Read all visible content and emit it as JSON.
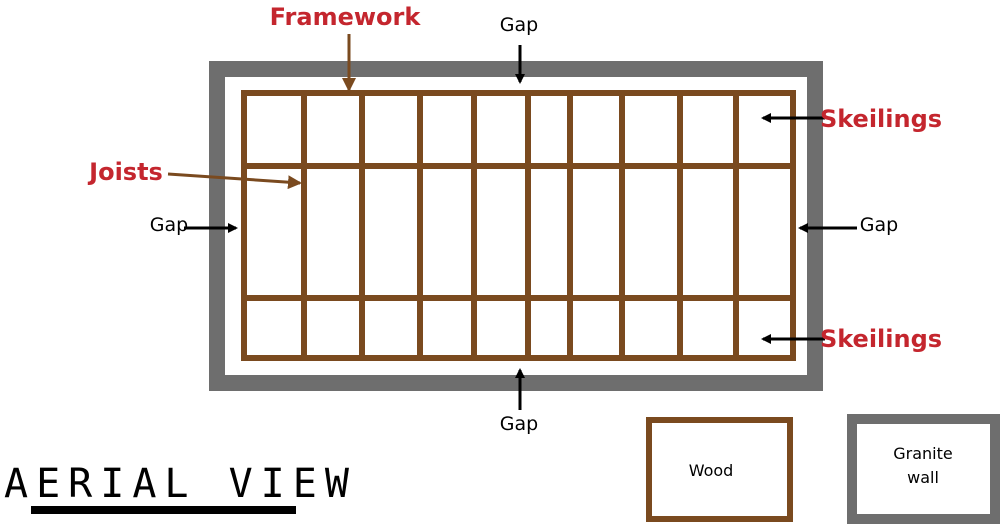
{
  "colors": {
    "wood": "#7a4a1f",
    "granite": "#6e6e6e",
    "accent_label": "#c4262e",
    "arrow": "#000000"
  },
  "labels": {
    "framework": "Framework",
    "joists": "Joists",
    "skeilings_top": "Skeilings",
    "skeilings_bottom": "Skeilings",
    "gap_top": "Gap",
    "gap_bottom": "Gap",
    "gap_left": "Gap",
    "gap_right": "Gap"
  },
  "legend": {
    "wood": "Wood",
    "granite_line1": "Granite",
    "granite_line2": "wall"
  },
  "title": "AERIAL VIEW"
}
